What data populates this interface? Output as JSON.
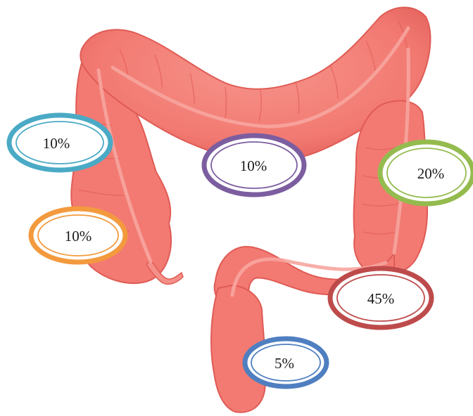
{
  "labels": [
    {
      "region": "ascending-colon-upper",
      "text": "10%",
      "ring_color": "#4aaac5"
    },
    {
      "region": "cecum",
      "text": "10%",
      "ring_color": "#f39a3e"
    },
    {
      "region": "transverse-colon",
      "text": "10%",
      "ring_color": "#7c5ea0"
    },
    {
      "region": "descending-colon",
      "text": "20%",
      "ring_color": "#94bb4e"
    },
    {
      "region": "sigmoid-colon",
      "text": "45%",
      "ring_color": "#be4b4b"
    },
    {
      "region": "rectum",
      "text": "5%",
      "ring_color": "#4f7fc0"
    }
  ],
  "colors": {
    "colon_fill": "#f27a72",
    "colon_shadow": "#e05b55",
    "colon_highlight": "#f7a59e",
    "taenia": "#f3a39a"
  }
}
